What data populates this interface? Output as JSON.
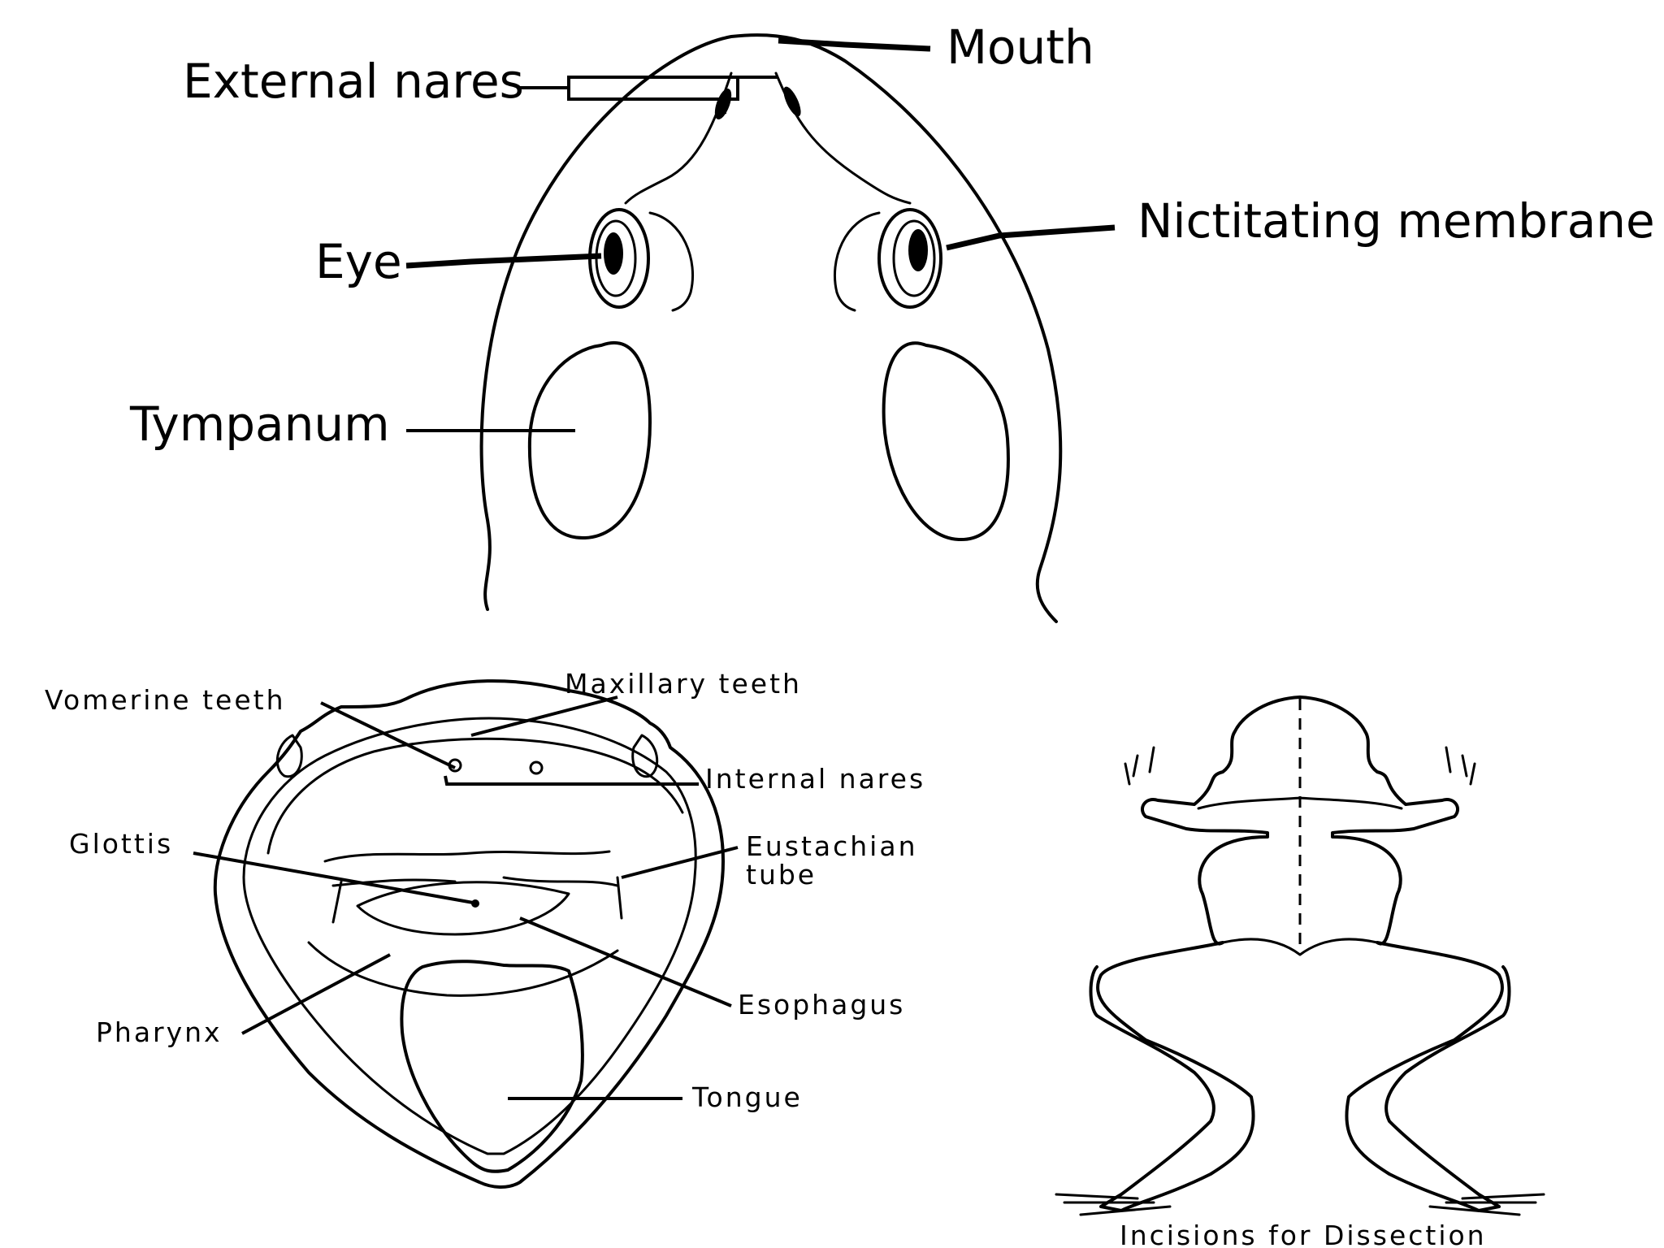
{
  "head_diagram": {
    "labels": {
      "mouth": "Mouth",
      "external_nares": "External nares",
      "nictitating_membrane": "Nictitating membrane",
      "eye": "Eye",
      "tympanum": "Tympanum"
    }
  },
  "mouth_diagram": {
    "labels": {
      "vomerine_teeth": "Vomerine teeth",
      "maxillary_teeth": "Maxillary teeth",
      "internal_nares": "Internal nares",
      "glottis": "Glottis",
      "eustachian_tube_1": "Eustachian",
      "eustachian_tube_2": "tube",
      "esophagus": "Esophagus",
      "pharynx": "Pharynx",
      "tongue": "Tongue"
    }
  },
  "dissection_diagram": {
    "caption": "Incisions for Dissection"
  }
}
